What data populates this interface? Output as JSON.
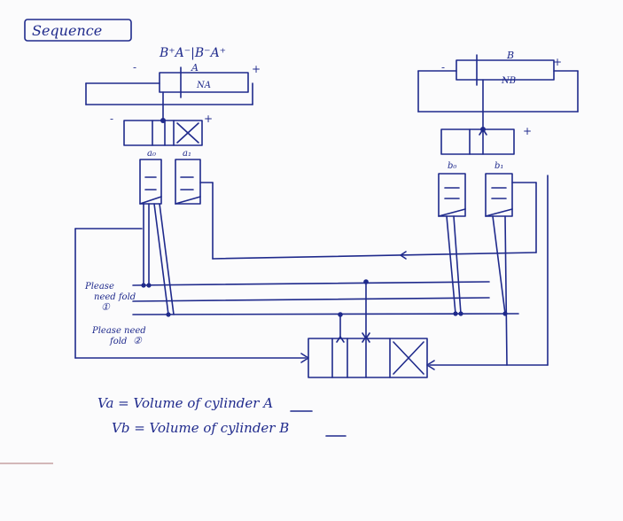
{
  "title": "Sequence",
  "sequence": "B⁺A⁻|B⁻A⁺",
  "cylinder_a": {
    "label": "A",
    "chamber": "NA",
    "minus": "-",
    "plus": "+"
  },
  "cylinder_b": {
    "label": "B",
    "chamber": "NB",
    "minus": "-",
    "plus": "+"
  },
  "valve_a": {
    "minus": "-",
    "plus": "+"
  },
  "valve_b": {
    "plus": "+"
  },
  "sensors": {
    "a0": "a₀",
    "a1": "a₁",
    "b0": "b₀",
    "b1": "b₁"
  },
  "notes": {
    "line1_a": "Please",
    "line1_b": "need fold",
    "line1_c": "①",
    "line2_a": "Please need",
    "line2_b": "fold",
    "line2_c": "②"
  },
  "legend": {
    "va": "Va = Volume of cylinder A",
    "vb": "Vb = Volume of cylinder B"
  },
  "colors": {
    "ink": "#1f2a8c",
    "paper": "#fbfbfc"
  }
}
